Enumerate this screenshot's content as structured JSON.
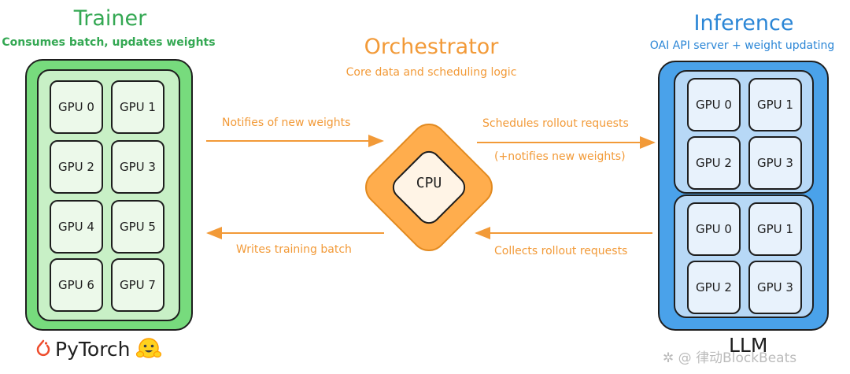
{
  "trainer": {
    "title": "Trainer",
    "subtitle": "Consumes batch, updates weights",
    "gpus": [
      "GPU 0",
      "GPU 1",
      "GPU 2",
      "GPU 3",
      "GPU 4",
      "GPU 5",
      "GPU 6",
      "GPU 7"
    ],
    "footer": "PyTorch"
  },
  "orchestrator": {
    "title": "Orchestrator",
    "subtitle": "Core data and scheduling logic",
    "cpu_label": "CPU"
  },
  "inference": {
    "title": "Inference",
    "subtitle": "OAI API server + weight updating",
    "groups": [
      {
        "gpus": [
          "GPU 0",
          "GPU 1",
          "GPU 2",
          "GPU 3"
        ]
      },
      {
        "gpus": [
          "GPU 0",
          "GPU 1",
          "GPU 2",
          "GPU 3"
        ]
      }
    ],
    "footer": "LLM"
  },
  "arrows": {
    "notify": "Notifies of new weights",
    "writes": "Writes training batch",
    "schedules": "Schedules rollout requests",
    "schedules_note": "(+notifies new weights)",
    "collects": "Collects rollout requests"
  },
  "watermark": "律动BlockBeats",
  "colors": {
    "green": "#34a853",
    "orange": "#f29a38",
    "blue": "#2b86d6"
  }
}
